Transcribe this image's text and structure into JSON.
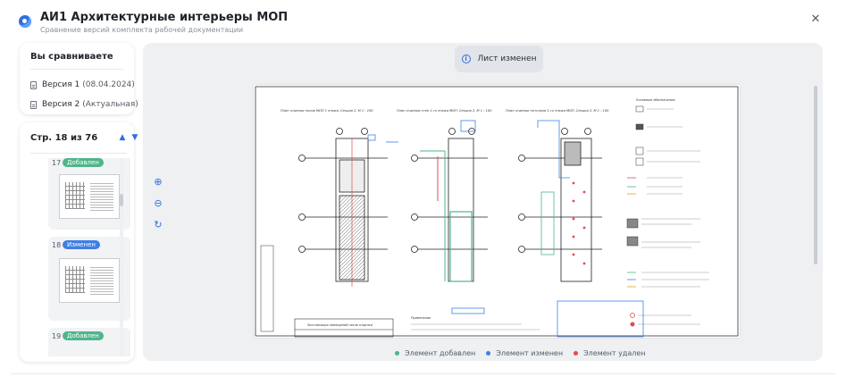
{
  "header": {
    "title": "АИ1 Архитектурные интерьеры МОП",
    "subtitle": "Сравнение версий комплекта рабочей документации",
    "close_symbol": "✕"
  },
  "compare": {
    "title": "Вы сравниваете",
    "versions": [
      {
        "label": "Версия 1",
        "detail": "(08.04.2024)"
      },
      {
        "label": "Версия 2",
        "detail": "(Актуальная)"
      }
    ]
  },
  "pages": {
    "label": "Стр. 18 из 76",
    "thumbnails": [
      {
        "number": "17",
        "status": "Добавлен"
      },
      {
        "number": "18",
        "status": "Изменен"
      },
      {
        "number": "19",
        "status": "Добавлен"
      }
    ]
  },
  "viewer": {
    "sheet_button": "Лист изменен",
    "tools": [
      "zoom-in-icon",
      "zoom-out-icon",
      "rotate-icon"
    ]
  },
  "drawing": {
    "plan_titles": [
      "План отделки полов МОП 1 этажа. Секция 2. М 1 : 100",
      "План отделки стен 1-го этажа МОП. Секция 2. М 1 : 100",
      "План отделки потолков 1-го этажа МОП. Секция 2. М 1 : 100"
    ],
    "legend_title": "Условные обозначения",
    "table_title": "Экспликация помещений после отделки",
    "notes_title": "Примечания"
  },
  "legend": {
    "items": [
      {
        "label": "Элемент добавлен",
        "color": "#4fb58a"
      },
      {
        "label": "Элемент изменен",
        "color": "#3f7fe6"
      },
      {
        "label": "Элемент удален",
        "color": "#e5484d"
      }
    ]
  },
  "colors": {
    "accent": "#2f6fe0",
    "added": "#4fb58a",
    "changed": "#3f7fe6",
    "removed": "#e5484d"
  }
}
